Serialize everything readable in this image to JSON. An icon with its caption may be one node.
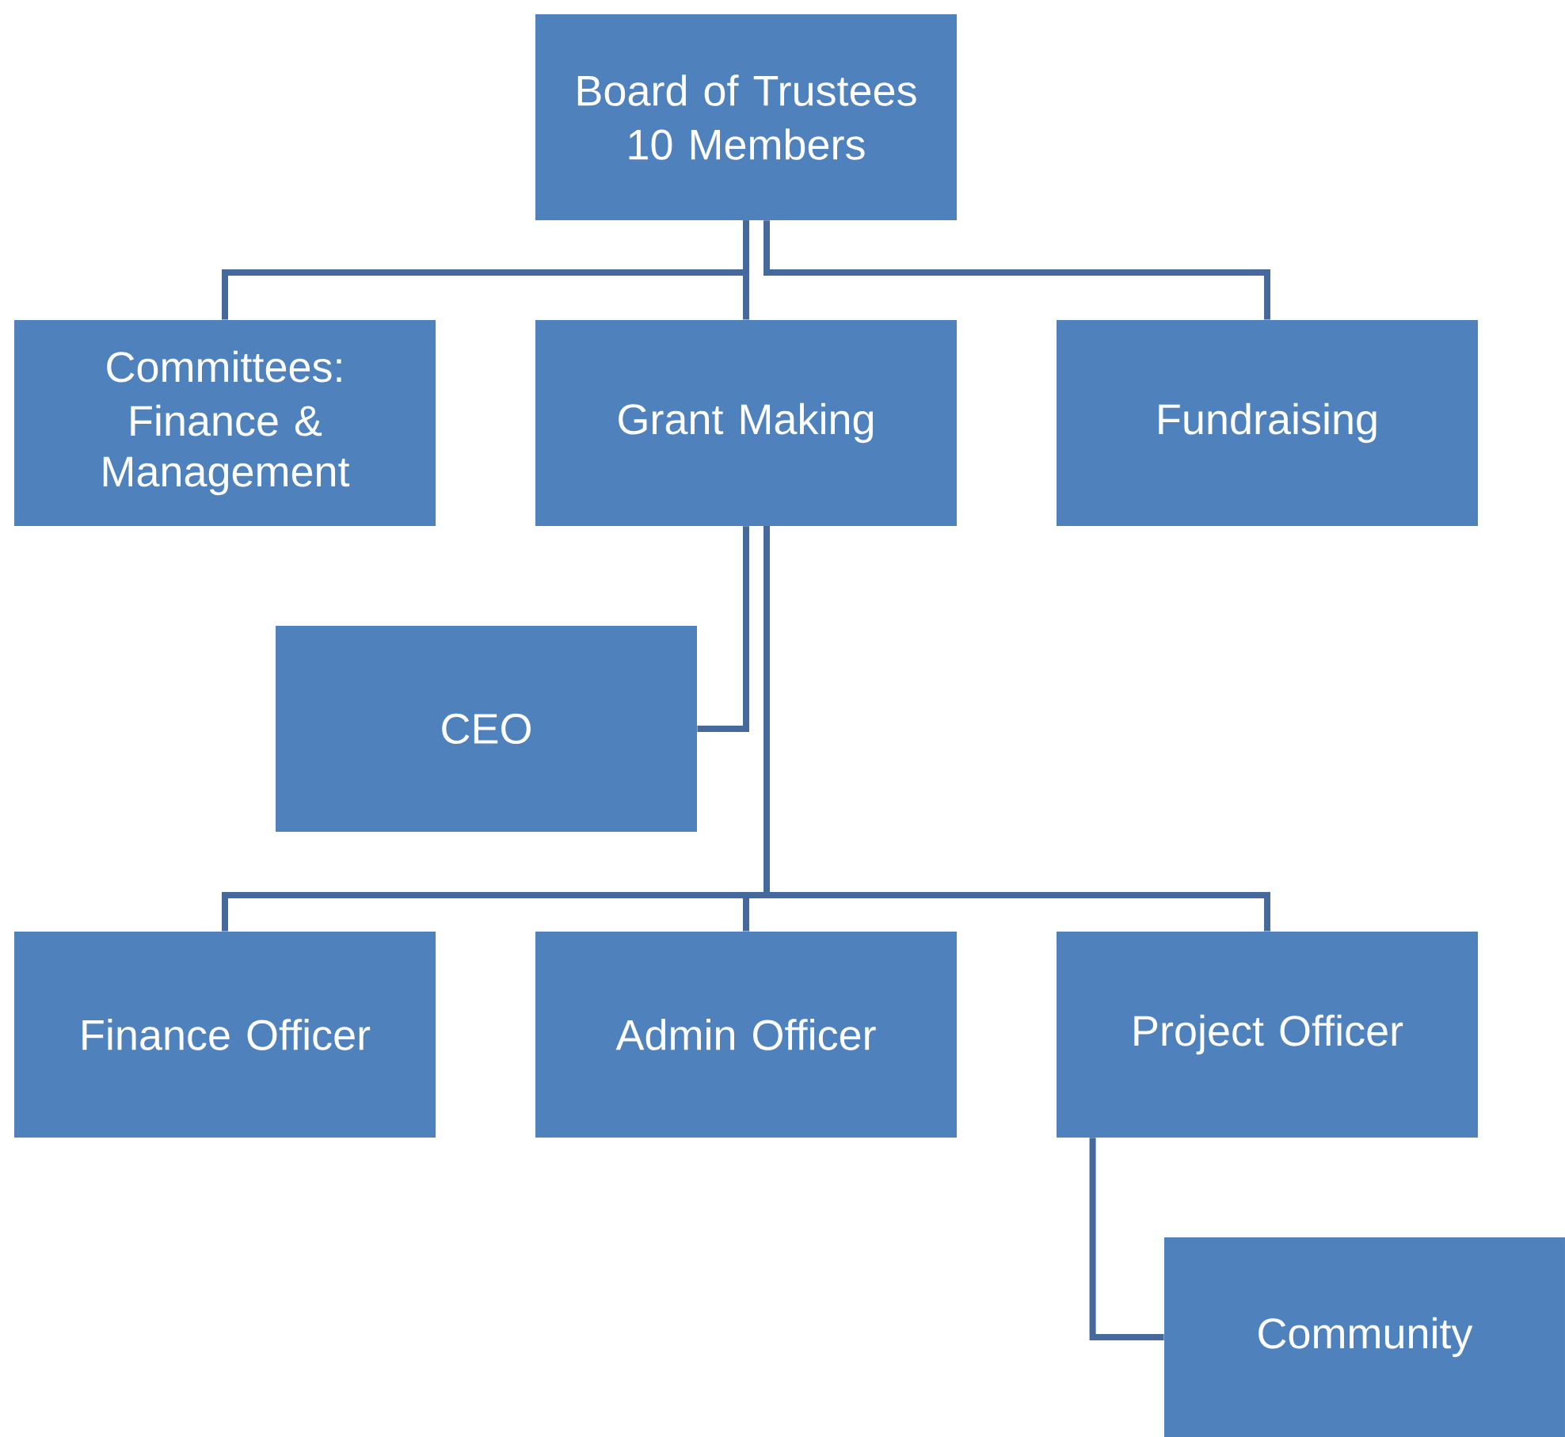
{
  "diagram": {
    "nodes": [
      {
        "text": [
          "Board of Trustees",
          "10 Members"
        ]
      },
      {
        "text": [
          "Committees:",
          "Finance & Management"
        ]
      },
      {
        "text": [
          "Grant Making"
        ]
      },
      {
        "text": [
          "Fundraising"
        ]
      },
      {
        "text": [
          "CEO"
        ]
      },
      {
        "text": [
          "Finance Officer"
        ]
      },
      {
        "text": [
          "Admin Officer"
        ]
      },
      {
        "text": [
          "Project Officer"
        ]
      },
      {
        "text": [
          "Community"
        ]
      }
    ],
    "edges": [
      {
        "from": 0,
        "to": 1,
        "arrow": "none"
      },
      {
        "from": 0,
        "to": 2,
        "arrow": "none"
      },
      {
        "from": 0,
        "to": 3,
        "arrow": "none"
      },
      {
        "from": 2,
        "to": 4,
        "arrow": "none"
      },
      {
        "from": 2,
        "to": 5,
        "arrow": "none"
      },
      {
        "from": 2,
        "to": 6,
        "arrow": "none"
      },
      {
        "from": 2,
        "to": 7,
        "arrow": "none"
      },
      {
        "from": 7,
        "to": 8,
        "arrow": "none"
      }
    ]
  }
}
